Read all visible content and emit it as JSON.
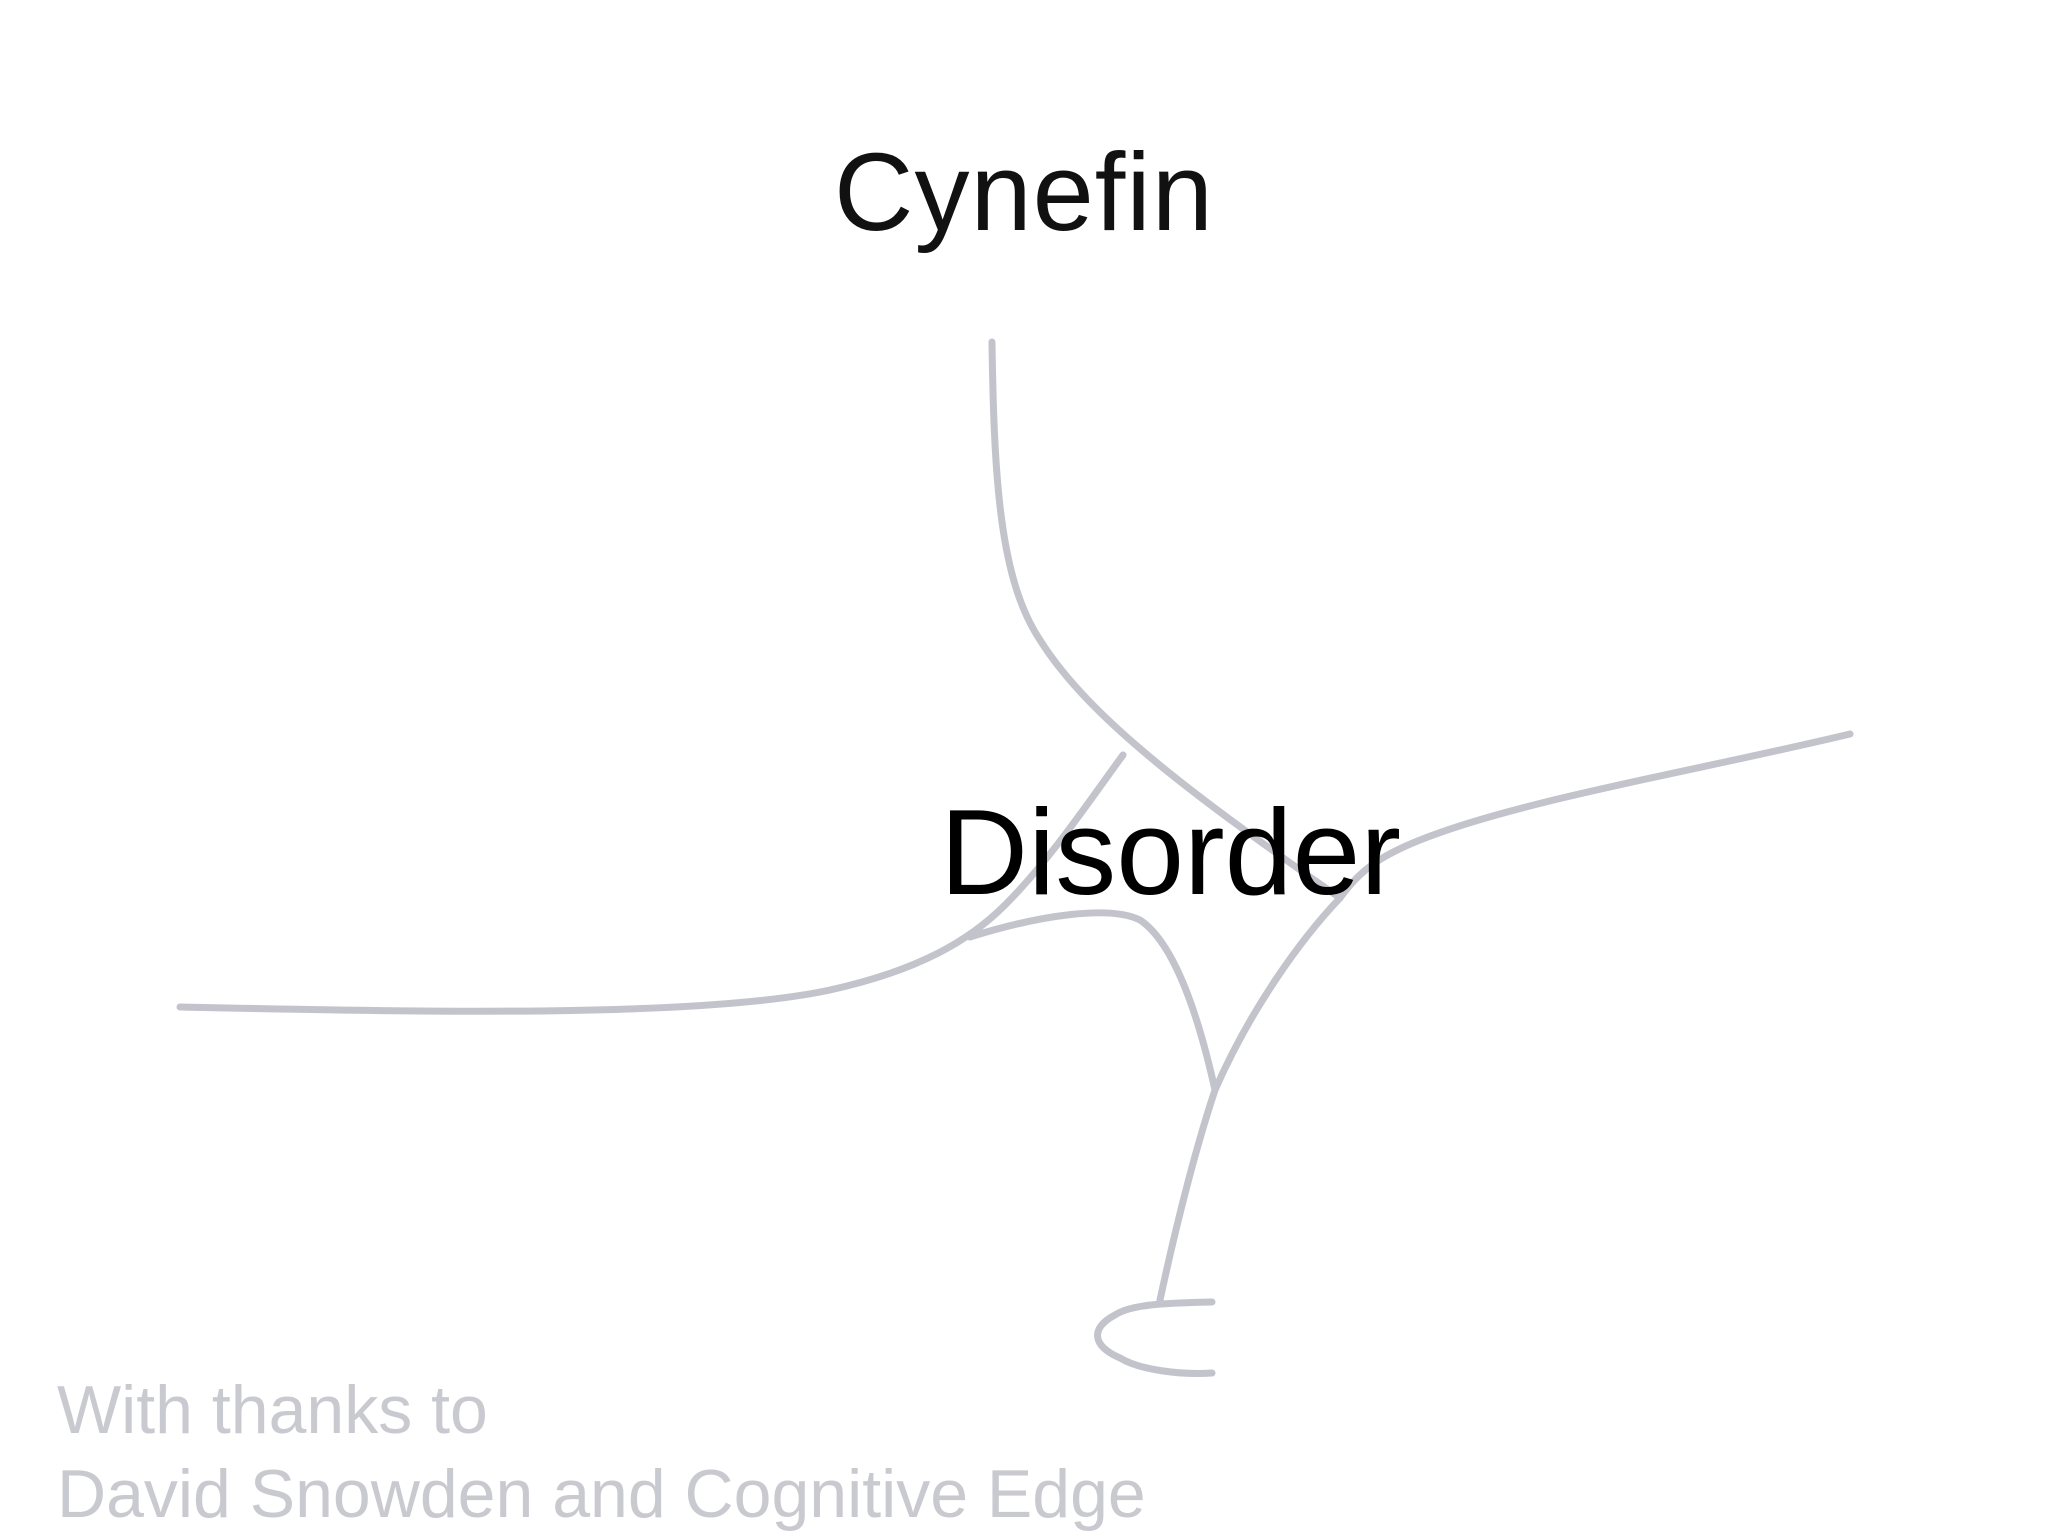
{
  "slide": {
    "title": "Cynefin",
    "center_label": "Disorder",
    "credit": {
      "line1": "With thanks to",
      "line2": "David Snowden and Cognitive Edge"
    },
    "colors": {
      "background": "#ffffff",
      "title_text": "#111111",
      "boundary_lines": "#c3c3cc",
      "credit_text": "#c9c9d0"
    }
  }
}
